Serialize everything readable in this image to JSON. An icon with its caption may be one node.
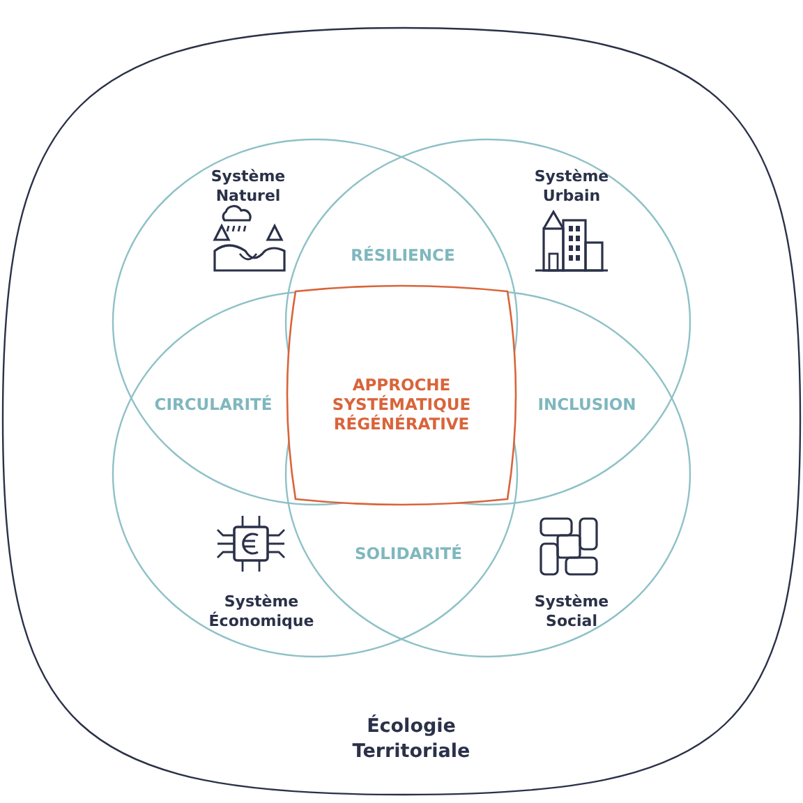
{
  "diagram": {
    "nodes": [
      {
        "text": [
          "Écologie Territoriale"
        ]
      },
      {
        "text": [
          "Système Naturel"
        ],
        "in": 0
      },
      {
        "text": [
          "Système Urbain"
        ],
        "in": 0
      },
      {
        "text": [
          "Système Économique"
        ],
        "in": 0
      },
      {
        "text": [
          "Système Social"
        ],
        "in": 0
      },
      {
        "text": [
          "APPROCHE SYSTÉMATIQUE RÉGÉNÉRATIVE"
        ]
      }
    ],
    "labels": [
      "RÉSILIENCE",
      "CIRCULARITÉ",
      "INCLUSION",
      "SOLIDARITÉ"
    ]
  }
}
